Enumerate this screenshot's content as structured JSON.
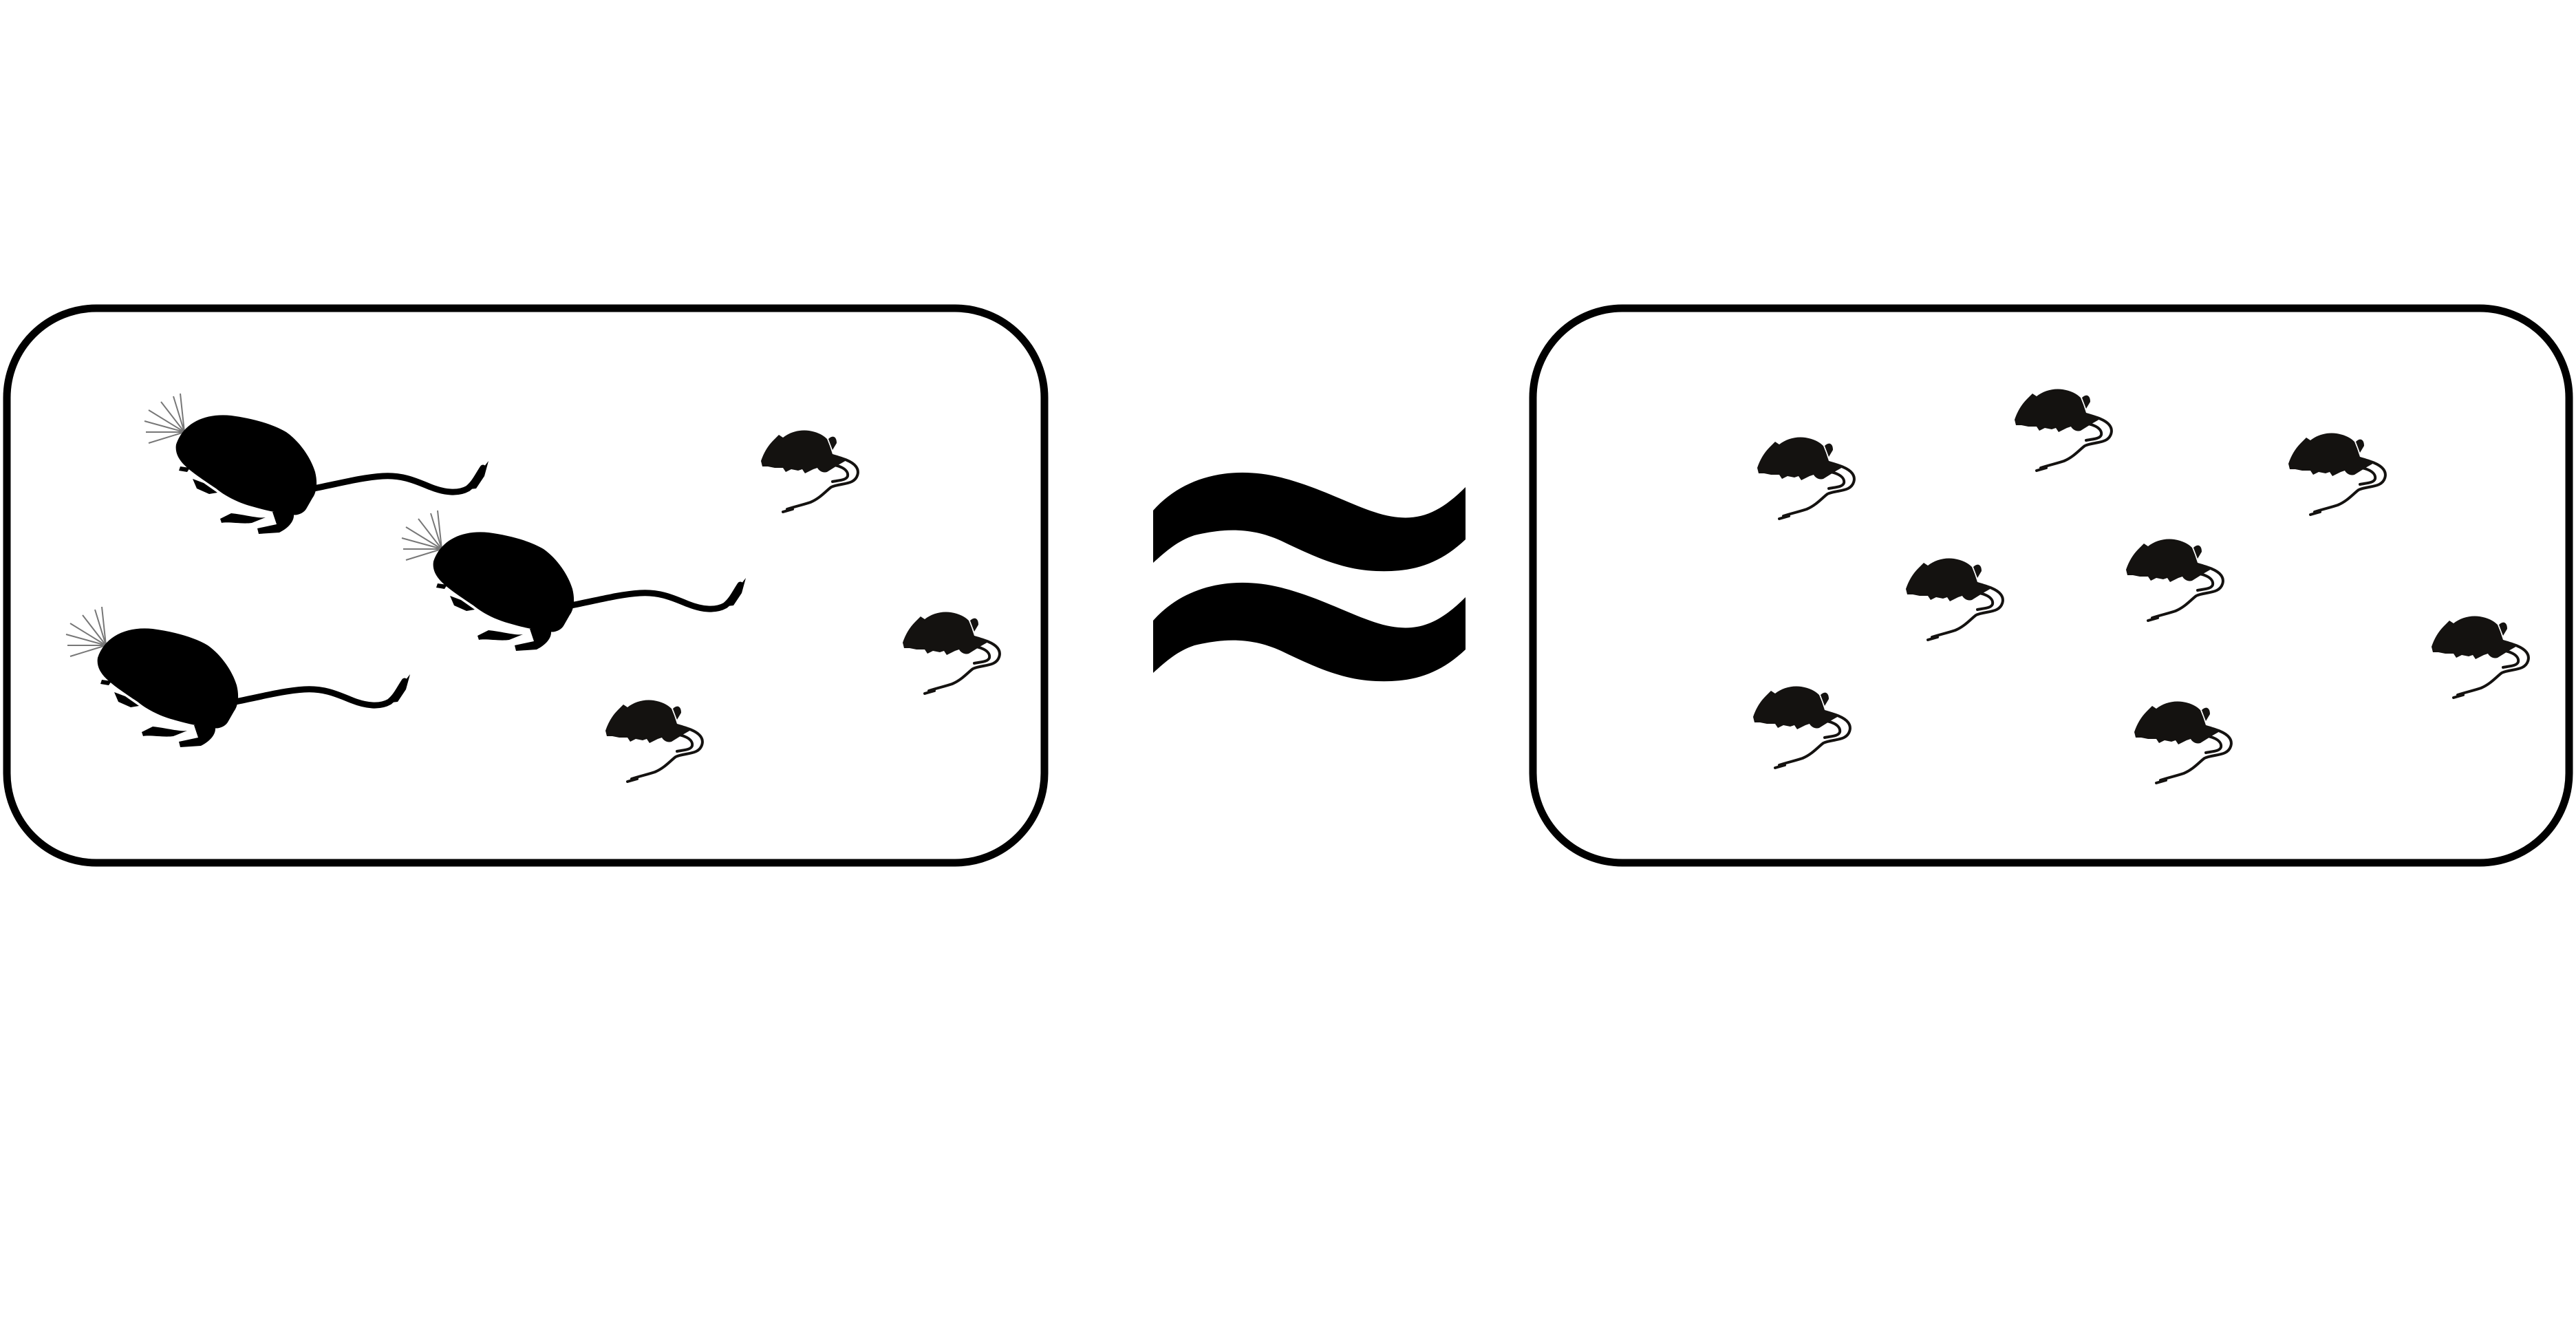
{
  "diagram": {
    "relation_symbol": "≈",
    "relation_meaning": "approximately-equal-symbol",
    "panels": [
      {
        "id": "left",
        "contents": [
          {
            "animal": "large-rodent",
            "count": 3
          },
          {
            "animal": "small-mouse",
            "count": 3
          }
        ]
      },
      {
        "id": "right",
        "contents": [
          {
            "animal": "small-mouse",
            "count": 8
          }
        ]
      }
    ]
  },
  "colors": {
    "stroke": "#000000",
    "fill": "#000000",
    "small_mouse_fill": "#141210",
    "background": "#ffffff"
  }
}
